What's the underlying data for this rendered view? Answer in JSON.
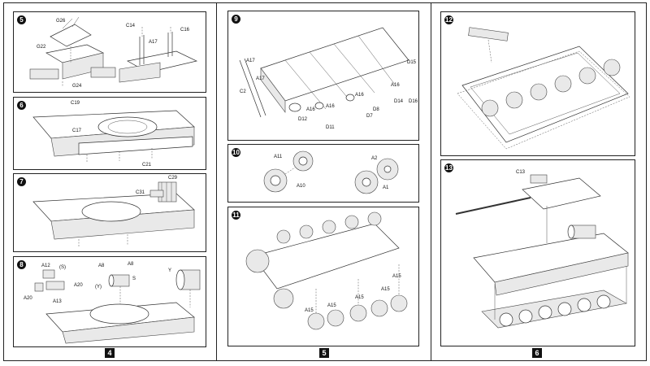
{
  "columns": [
    {
      "page_number": "4",
      "panels": [
        {
          "step": "5",
          "labels": [
            "G26",
            "G22",
            "G24",
            "C14",
            "A17",
            "C16"
          ]
        },
        {
          "step": "6",
          "labels": [
            "C19",
            "C17",
            "C21"
          ]
        },
        {
          "step": "7",
          "labels": [
            "C29",
            "C31"
          ]
        },
        {
          "step": "8",
          "labels": [
            "A12",
            "(S)",
            "A20",
            "A20",
            "A13",
            "A8",
            "A8",
            "(Y)",
            "S",
            "Y"
          ]
        }
      ]
    },
    {
      "page_number": "5",
      "panels": [
        {
          "step": "9",
          "labels": [
            "A17",
            "A17",
            "C2",
            "A16",
            "A16",
            "A16",
            "A16",
            "D12",
            "D11",
            "D7",
            "D8",
            "D14",
            "D16",
            "D15"
          ]
        },
        {
          "step": "10",
          "labels": [
            "A11",
            "A10",
            "A2",
            "A1"
          ]
        },
        {
          "step": "11",
          "labels": [
            "A15",
            "A15",
            "A15",
            "A15",
            "A15"
          ]
        }
      ]
    },
    {
      "page_number": "6",
      "panels": [
        {
          "step": "12",
          "labels": []
        },
        {
          "step": "13",
          "labels": [
            "C13"
          ]
        }
      ]
    }
  ]
}
